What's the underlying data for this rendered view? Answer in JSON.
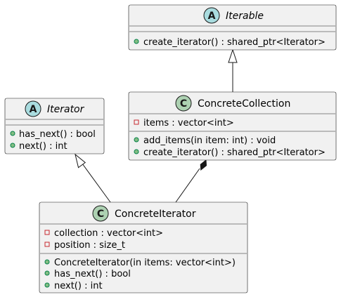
{
  "colors": {
    "box_fill": "#F1F1F1",
    "box_border": "#181818",
    "abstract_badge": "#A9DCDF",
    "class_badge": "#ADD1B2",
    "public_dot": "#84BE84",
    "public_dot_border": "#038048",
    "private_square_border": "#C82930"
  },
  "classes": {
    "iterable": {
      "name": "Iterable",
      "kind": "abstract",
      "badge": "A",
      "fields": [],
      "methods": [
        {
          "visibility": "public",
          "text": "create_iterator() : shared_ptr<Iterator>"
        }
      ]
    },
    "iterator": {
      "name": "Iterator",
      "kind": "abstract",
      "badge": "A",
      "fields": [],
      "methods": [
        {
          "visibility": "public",
          "text": "has_next() : bool"
        },
        {
          "visibility": "public",
          "text": "next() : int"
        }
      ]
    },
    "concrete_collection": {
      "name": "ConcreteCollection",
      "kind": "class",
      "badge": "C",
      "fields": [
        {
          "visibility": "private",
          "text": "items : vector<int>"
        }
      ],
      "methods": [
        {
          "visibility": "public",
          "text": "add_items(in item: int) : void"
        },
        {
          "visibility": "public",
          "text": "create_iterator() : shared_ptr<Iterator>"
        }
      ]
    },
    "concrete_iterator": {
      "name": "ConcreteIterator",
      "kind": "class",
      "badge": "C",
      "fields": [
        {
          "visibility": "private",
          "text": "collection : vector<int>"
        },
        {
          "visibility": "private",
          "text": "position : size_t"
        }
      ],
      "methods": [
        {
          "visibility": "public",
          "text": "ConcreteIterator(in items: vector<int>)"
        },
        {
          "visibility": "public",
          "text": "has_next() : bool"
        },
        {
          "visibility": "public",
          "text": "next() : int"
        }
      ]
    }
  },
  "relations": [
    {
      "from": "concrete_collection",
      "to": "iterable",
      "type": "realization"
    },
    {
      "from": "concrete_iterator",
      "to": "iterator",
      "type": "realization"
    },
    {
      "from": "concrete_collection",
      "to": "concrete_iterator",
      "type": "composition"
    }
  ]
}
